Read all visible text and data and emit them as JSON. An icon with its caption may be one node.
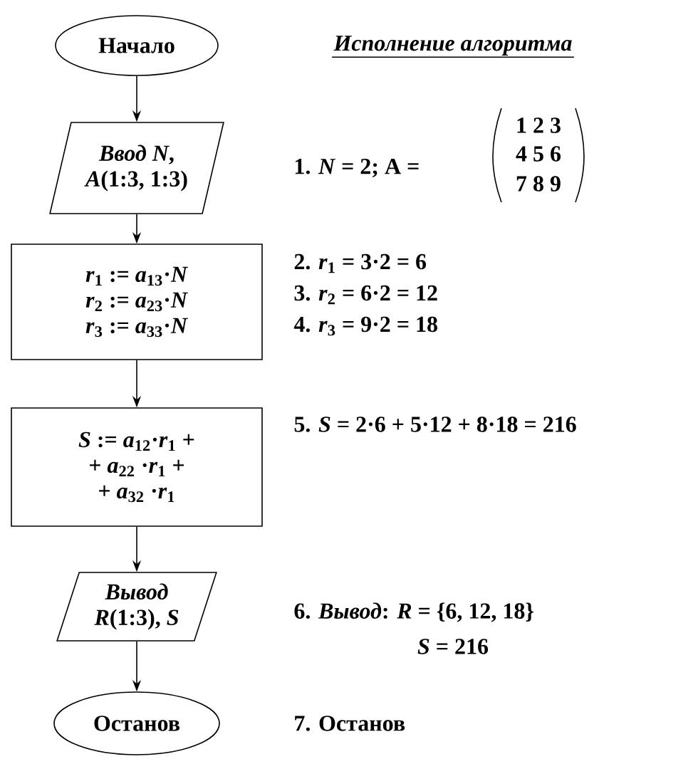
{
  "diagram": {
    "title": "Исполнение алгоритма",
    "nodes": [
      {
        "text": [
          "Начало"
        ]
      },
      {
        "text": [
          "*Ввод N*,",
          "*A*(1:3, 1:3)"
        ]
      },
      {
        "text": [
          "*r*$_{1}$ := *a*$_{13}$·*N*",
          "*r*$_{2}$ := *a*$_{23}$·*N*",
          "*r*$_{3}$ := *a*$_{33}$·*N*"
        ]
      },
      {
        "text": [
          "*S* := *a*$_{12}$·*r*$_{1}$ +",
          "+ *a*$_{22}$ ·*r*$_{1}$ +",
          "+ *a*$_{32}$ ·*r*$_{1}$"
        ]
      },
      {
        "text": [
          "*Вывод*",
          "*R*(1:3), *S*"
        ]
      },
      {
        "text": [
          "Останов"
        ]
      }
    ],
    "edges": [
      {
        "from": 0,
        "to": 1,
        "arrow": "to"
      },
      {
        "from": 1,
        "to": 2,
        "arrow": "to"
      },
      {
        "from": 2,
        "to": 3,
        "arrow": "to"
      },
      {
        "from": 3,
        "to": 4,
        "arrow": "to"
      },
      {
        "from": 4,
        "to": 5,
        "arrow": "to"
      }
    ],
    "labels": [
      "1. *N* = 2; A =",
      "1 2 3",
      "4 5 6",
      "7 8 9",
      "2. *r*$_{1}$ = 3·2 = 6",
      "3. *r*$_{2}$ = 6·2 = 12",
      "4. *r*$_{3}$ = 9·2 = 18",
      "5. *S* = 2·6 + 5·12 + 8·18 = 216",
      "6. *Вывод*: *R* = {6, 12, 18}",
      "*S* = 216",
      "7. Останов"
    ]
  }
}
